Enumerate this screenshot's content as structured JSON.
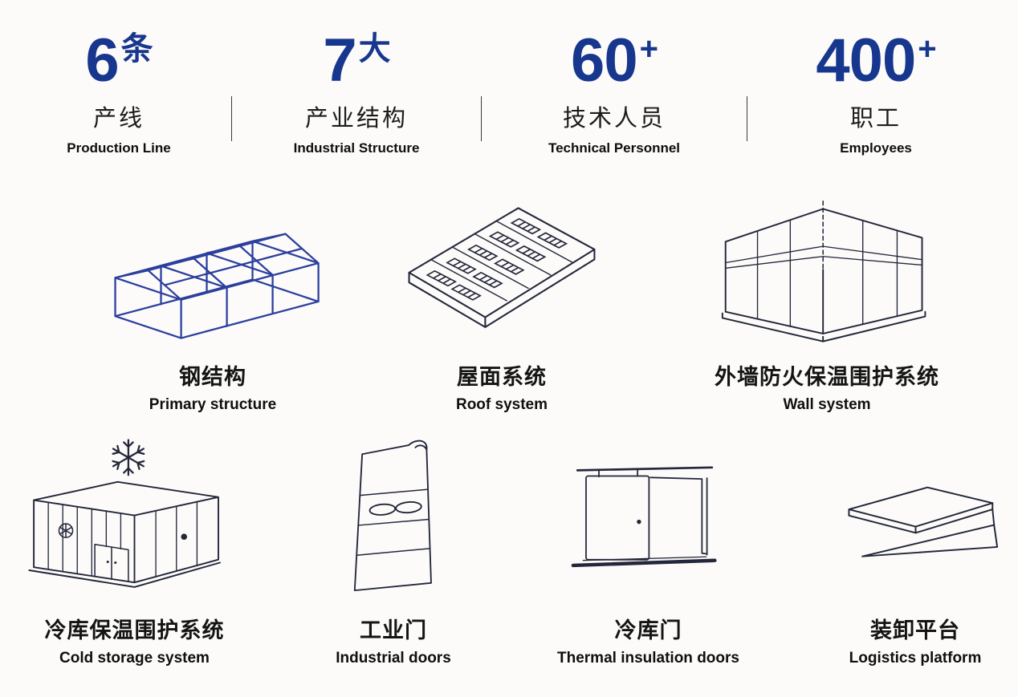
{
  "stats": [
    {
      "value": "6",
      "suffix": "条",
      "zh": "产线",
      "en": "Production Line"
    },
    {
      "value": "7",
      "suffix": "大",
      "zh": "产业结构",
      "en": "Industrial Structure"
    },
    {
      "value": "60",
      "suffix": "+",
      "zh": "技术人员",
      "en": "Technical Personnel"
    },
    {
      "value": "400",
      "suffix": "+",
      "zh": "职工",
      "en": "Employees"
    }
  ],
  "products": [
    {
      "zh": "钢结构",
      "en": "Primary structure",
      "icon": "steel-structure-icon"
    },
    {
      "zh": "屋面系统",
      "en": "Roof system",
      "icon": "roof-system-icon"
    },
    {
      "zh": "外墙防火保温围护系统",
      "en": "Wall system",
      "icon": "wall-system-icon"
    },
    {
      "zh": "冷库保温围护系统",
      "en": "Cold storage system",
      "icon": "cold-storage-icon"
    },
    {
      "zh": "工业门",
      "en": "Industrial doors",
      "icon": "industrial-door-icon"
    },
    {
      "zh": "冷库门",
      "en": "Thermal insulation doors",
      "icon": "thermal-door-icon"
    },
    {
      "zh": "装卸平台",
      "en": "Logistics platform",
      "icon": "loading-platform-icon"
    }
  ],
  "colors": {
    "accent": "#17378f",
    "illustration_line": "#23273a",
    "steel_blue": "#2b3f9e",
    "divider": "#3a3a3a",
    "background": "#fcfbf9"
  }
}
